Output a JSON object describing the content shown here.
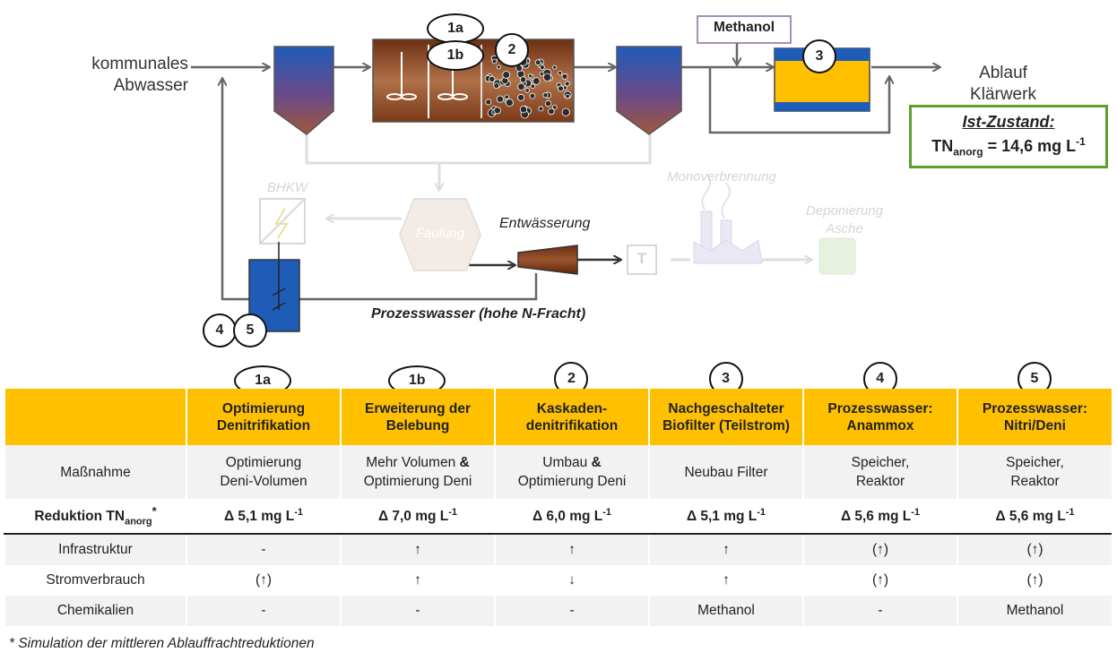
{
  "diagram": {
    "influent_line1": "kommunales",
    "influent_line2": "Abwasser",
    "effluent_line1": "Ablauf",
    "effluent_line2": "Klärwerk",
    "methanol_box": "Methanol",
    "bhkw": "BHKW",
    "faulung": "Faulung",
    "entwaesserung": "Entwässerung",
    "t_box": "T",
    "monoverbrennung": "Monoverbrennung",
    "deponierung_line1": "Deponierung",
    "deponierung_line2": "Asche",
    "prozesswasser": "Prozesswasser (hohe N-Fracht)",
    "markers": {
      "m1a": "1a",
      "m1b": "1b",
      "m2": "2",
      "m3": "3",
      "m4": "4",
      "m5": "5"
    },
    "ist_title": "Ist-Zustand:",
    "ist_tn": "TN",
    "ist_sub": "anorg",
    "ist_value": " = 14,6 mg L",
    "ist_exp": "-1"
  },
  "table": {
    "columns": [
      {
        "marker": "1a",
        "title1": "Optimierung",
        "title2": "Denitrifikation"
      },
      {
        "marker": "1b",
        "title1": "Erweiterung der",
        "title2": "Belebung"
      },
      {
        "marker": "2",
        "title1": "Kaskaden-",
        "title2": "denitrifikation"
      },
      {
        "marker": "3",
        "title1": "Nachgeschalteter",
        "title2": "Biofilter (Teilstrom)"
      },
      {
        "marker": "4",
        "title1": "Prozesswasser:",
        "title2": "Anammox"
      },
      {
        "marker": "5",
        "title1": "Prozesswasser:",
        "title2": "Nitri/Deni"
      }
    ],
    "massnahme_label": "Maßnahme",
    "massnahme": [
      {
        "l1": "Optimierung",
        "amp": "",
        "l2": "Deni-Volumen"
      },
      {
        "l1": "Mehr Volumen ",
        "amp": "&",
        "l2": "Optimierung Deni"
      },
      {
        "l1": "Umbau ",
        "amp": "&",
        "l2": "Optimierung Deni"
      },
      {
        "l1": "Neubau Filter",
        "amp": "",
        "l2": ""
      },
      {
        "l1": "Speicher,",
        "amp": "",
        "l2": "Reaktor"
      },
      {
        "l1": "Speicher,",
        "amp": "",
        "l2": "Reaktor"
      }
    ],
    "reduktion_label": "Reduktion TN",
    "reduktion_sub": "anorg",
    "reduktion_star": "*",
    "reduktion_unit_exp": "-1",
    "reduktion": [
      "Δ 5,1 mg L",
      "Δ 7,0 mg L",
      "Δ 6,0 mg L",
      "Δ 5,1 mg L",
      "Δ 5,6 mg L",
      "Δ 5,6 mg L"
    ],
    "infrastruktur_label": "Infrastruktur",
    "infrastruktur": [
      "-",
      "↑",
      "↑",
      "↑",
      "(↑)",
      "(↑)"
    ],
    "strom_label": "Stromverbrauch",
    "strom": [
      "(↑)",
      "↑",
      "↓",
      "↑",
      "(↑)",
      "(↑)"
    ],
    "chemikalien_label": "Chemikalien",
    "chemikalien": [
      "-",
      "-",
      "-",
      "Methanol",
      "-",
      "Methanol"
    ]
  },
  "footnote": "* Simulation der mittleren Ablauffrachtreduktionen",
  "colors": {
    "header_yellow": "#ffc000",
    "ist_border": "#5aa02c",
    "sludge_brown": "#7a3a1a",
    "clarifier_blue": "#2a5fb0"
  }
}
